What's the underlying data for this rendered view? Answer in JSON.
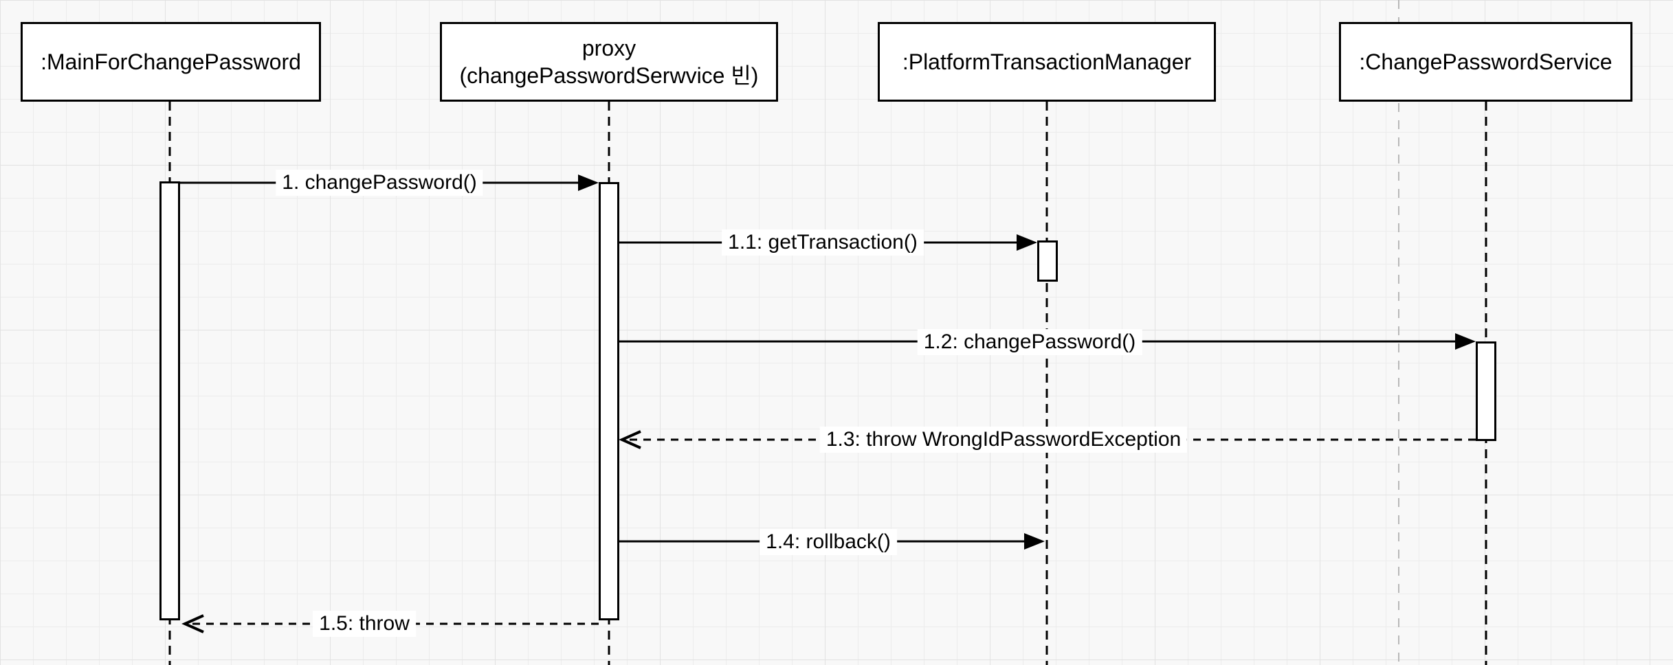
{
  "diagram": {
    "kind": "uml-sequence-diagram",
    "actors": [
      {
        "id": "main",
        "label": ":MainForChangePassword"
      },
      {
        "id": "proxy",
        "label_line1": "proxy",
        "label_line2": "(changePasswordSerwvice 빈)"
      },
      {
        "id": "ptm",
        "label": ":PlatformTransactionManager"
      },
      {
        "id": "cps",
        "label": ":ChangePasswordService"
      }
    ],
    "messages": [
      {
        "label": "1. changePassword()",
        "from": "main",
        "to": "proxy",
        "line": "solid",
        "arrowhead": "filled-triangle"
      },
      {
        "label": "1.1: getTransaction()",
        "from": "proxy",
        "to": "ptm",
        "line": "solid",
        "arrowhead": "filled-triangle"
      },
      {
        "label": "1.2: changePassword()",
        "from": "proxy",
        "to": "cps",
        "line": "solid",
        "arrowhead": "filled-triangle"
      },
      {
        "label": "1.3: throw WrongIdPasswordException",
        "from": "cps",
        "to": "proxy",
        "line": "dashed",
        "arrowhead": "open"
      },
      {
        "label": "1.4: rollback()",
        "from": "proxy",
        "to": "ptm",
        "line": "solid",
        "arrowhead": "filled-triangle"
      },
      {
        "label": "1.5: throw",
        "from": "proxy",
        "to": "main",
        "line": "dashed",
        "arrowhead": "open"
      }
    ],
    "colors": {
      "stroke": "#000000",
      "shape_fill": "#ffffff",
      "canvas_background": "#f8f8f8",
      "grid_minor": "#ececec",
      "grid_major": "#e2e2e2",
      "page_break_line": "#b8b8b8"
    }
  }
}
